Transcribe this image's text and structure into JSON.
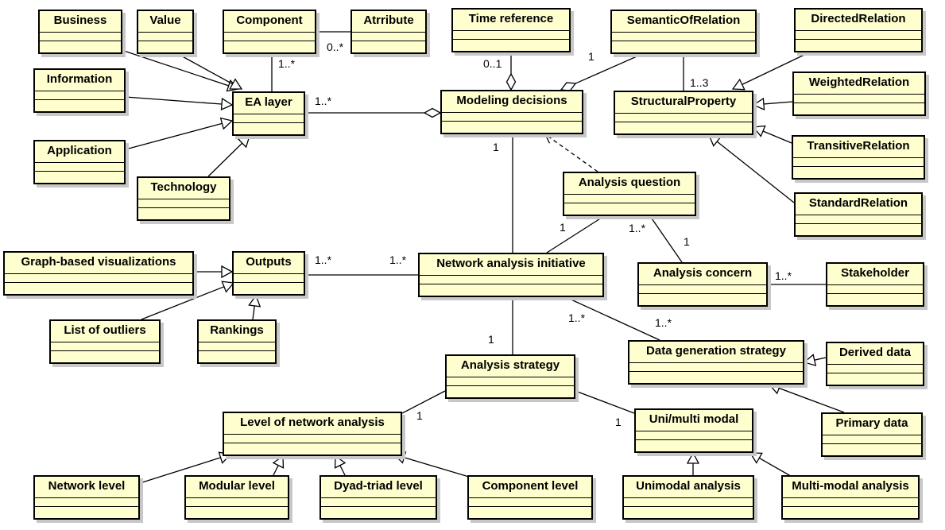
{
  "classes": {
    "business": "Business",
    "value": "Value",
    "component": "Component",
    "atrribute": "Atrribute",
    "time_reference": "Time reference",
    "semantic_of_relation": "SemanticOfRelation",
    "directed_relation": "DirectedRelation",
    "information": "Information",
    "ea_layer": "EA layer",
    "modeling_decisions": "Modeling decisions",
    "structural_property": "StructuralProperty",
    "weighted_relation": "WeightedRelation",
    "application": "Application",
    "technology": "Technology",
    "transitive_relation": "TransitiveRelation",
    "analysis_question": "Analysis question",
    "standard_relation": "StandardRelation",
    "graph_based_visualizations": "Graph-based visualizations",
    "outputs": "Outputs",
    "network_analysis_initiative": "Network analysis initiative",
    "analysis_concern": "Analysis concern",
    "stakeholder": "Stakeholder",
    "list_of_outliers": "List of outliers",
    "rankings": "Rankings",
    "analysis_strategy": "Analysis strategy",
    "data_generation_strategy": "Data generation strategy",
    "derived_data": "Derived data",
    "level_of_network_analysis": "Level of network analysis",
    "uni_multi_modal": "Uni/multi modal",
    "primary_data": "Primary data",
    "network_level": "Network level",
    "modular_level": "Modular level",
    "dyad_triad_level": "Dyad-triad level",
    "component_level": "Component level",
    "unimodal_analysis": "Unimodal analysis",
    "multi_modal_analysis": "Multi-modal analysis"
  },
  "multiplicities": {
    "component_ea": "1..*",
    "component_attr": "0..*",
    "time_ref": "0..1",
    "semantic_md": "1",
    "semantic_sp": "1..3",
    "ea_md": "1..*",
    "md_nai": "1",
    "aq_nai_a": "1",
    "aq_nai_b": "1..*",
    "aq_ac": "1",
    "ac_stakeholder": "1..*",
    "outputs_left": "1..*",
    "outputs_right": "1..*",
    "nai_as": "1",
    "nai_dgs_a": "1..*",
    "nai_dgs_b": "1..*",
    "as_level": "1",
    "as_uni": "1"
  }
}
